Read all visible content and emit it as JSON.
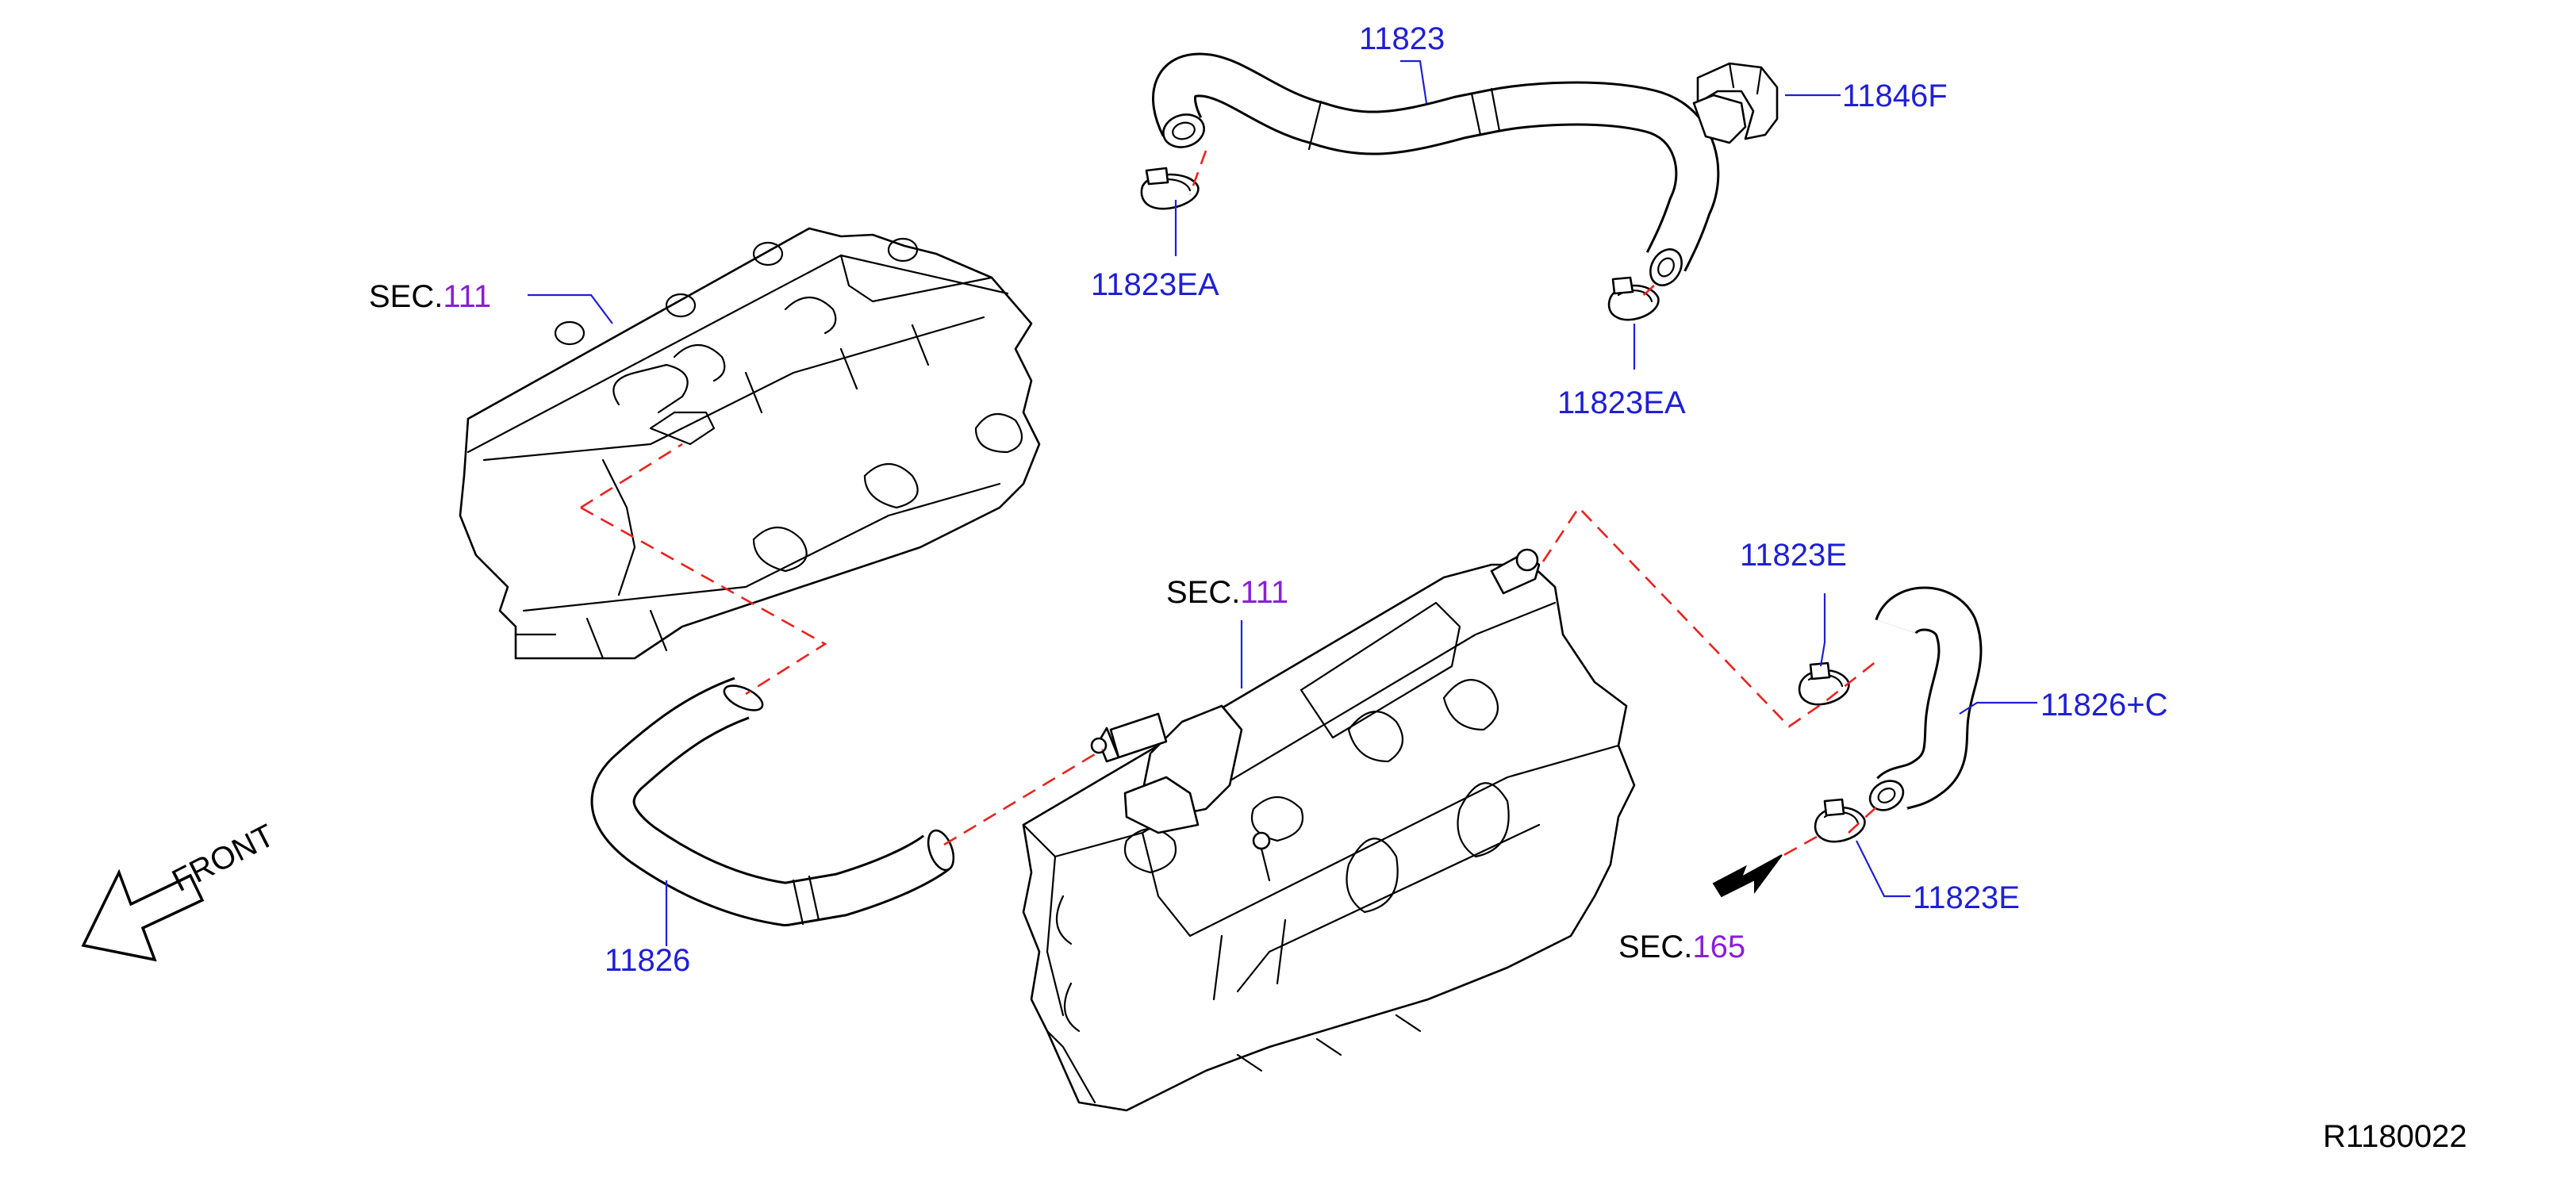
{
  "labels": {
    "hose_upper": "11823",
    "clamp_hose_upper": "11846F",
    "clamp_ea_left": "11823EA",
    "clamp_ea_right": "11823EA",
    "clamp_e_upper": "11823E",
    "hose_right": "11826+C",
    "clamp_e_lower": "11823E",
    "hose_lower": "11826"
  },
  "sections": {
    "left_head": {
      "prefix": "SEC.",
      "number": "111"
    },
    "right_head": {
      "prefix": "SEC.",
      "number": "111"
    },
    "intake": {
      "prefix": "SEC.",
      "number": "165"
    }
  },
  "front_label": "FRONT",
  "reference_code": "R1180022",
  "colors": {
    "part_number": "#1f1fd6",
    "section_number": "#8a1fd6",
    "dashed_line": "#e8231f",
    "line_art": "#000000"
  }
}
